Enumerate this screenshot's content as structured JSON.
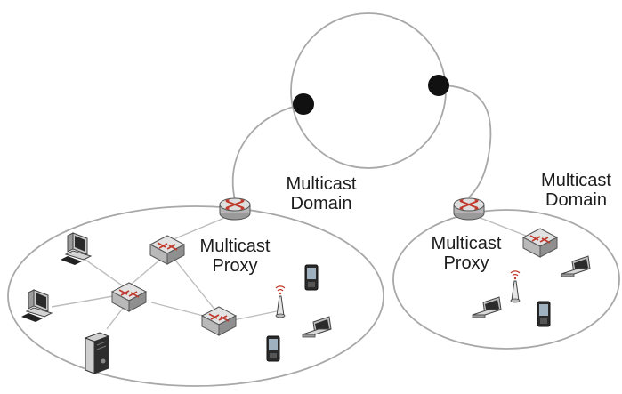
{
  "left_network": {
    "domain_label": "Multicast\nDomain",
    "proxy_label": "Multicast\nProxy"
  },
  "right_network": {
    "domain_label": "Multicast\nDomain",
    "proxy_label": "Multicast\nProxy"
  },
  "colors": {
    "line": "#a8a8a8",
    "node": "#111111",
    "device_red": "#c0392b",
    "device_grey": "#d6d6d6"
  },
  "icons": [
    "router-icon",
    "switch-icon",
    "desktop-computer-icon",
    "server-icon",
    "laptop-icon",
    "smartphone-icon",
    "wireless-access-point-icon"
  ]
}
